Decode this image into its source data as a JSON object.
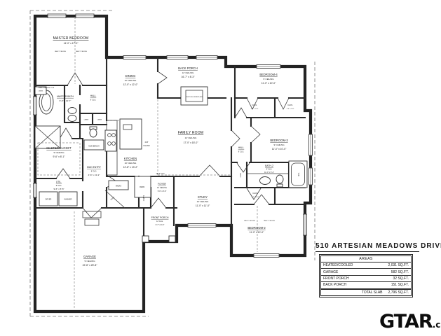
{
  "title": "510 ARTESIAN MEADOWS DRIVE",
  "logo": {
    "name": "GTAR",
    "tld": ".com"
  },
  "areas_table": {
    "header": "AREAS",
    "rows": [
      {
        "label": "HEATED/COOLED",
        "value": "2,031",
        "unit": "SQ.FT."
      },
      {
        "label": "GARAGE",
        "value": "582",
        "unit": "SQ.FT."
      },
      {
        "label": "FRONT PORCH",
        "value": "32",
        "unit": "SQ.FT."
      },
      {
        "label": "BACK PORCH",
        "value": "151",
        "unit": "SQ.FT."
      },
      {
        "label": "TOTAL SLAB",
        "value": "2,796",
        "unit": "SQ.FT."
      }
    ]
  },
  "rooms": {
    "master_bedroom": {
      "name": "MASTER BEDROOM",
      "dims": "14'-0\" x 17'-0\""
    },
    "master_bath": {
      "name": "MASTER BATH",
      "dims": "9'-6\" x 13'-7\""
    },
    "hall_master": {
      "name": "HALL",
      "ceiling": "9' CLG."
    },
    "master_closet": {
      "name": "MASTER CLOSET",
      "ceiling": "9' CEILING",
      "dims": "9'-6\" x 8'-1\""
    },
    "util": {
      "name": "UTIL.",
      "ceiling": "9' CLG.",
      "dims": "9'-6\" x 5'-5\""
    },
    "mud_entry": {
      "name": "MUD ENTRY",
      "ceiling": "9' CLG.",
      "dims": "4'-6\" x 13'-2\""
    },
    "dining": {
      "name": "DINING",
      "ceiling": "10' CEILING",
      "dims": "12'-0\" x 12'-0\""
    },
    "kitchen": {
      "name": "KITCHEN",
      "ceiling": "10' CEILING",
      "dims": "12'-8\" x 13'-2\""
    },
    "family_room": {
      "name": "FAMILY ROOM",
      "ceiling": "12' CEILING",
      "dims": "17'-0\" x 18'-0\""
    },
    "back_porch": {
      "name": "BACK PORCH",
      "ceiling": "12' CEILING",
      "dims": "16'-7\" x 8'-3\""
    },
    "bedroom4": {
      "name": "BEDROOM-4",
      "ceiling": "9' CEILING",
      "dims": "11'-0\" x 10'-0\""
    },
    "bedroom3": {
      "name": "BEDROOM-3",
      "ceiling": "9' CEILING",
      "dims": "11'-0\" x 10'-0\""
    },
    "bedroom2": {
      "name": "BEDROOM-2",
      "dims": "11'-0\" x 10'-0\""
    },
    "bath2": {
      "name": "BATH-2",
      "ceiling": "9' CLG.",
      "dims": "11'-0\" x 5'-4\""
    },
    "hall_right": {
      "name": "HALL",
      "ceiling": "9' CLG."
    },
    "study": {
      "name": "STUDY",
      "ceiling": "10' CEILING",
      "dims": "11'-0\" x 11'-0\""
    },
    "foyer": {
      "name": "FOYER",
      "ceiling": "10' CEILING",
      "dims": "5'-6\" x 8'-6\""
    },
    "front_porch": {
      "name": "FRONT PORCH",
      "ceiling": "12' CLG.",
      "dims": "6'-7\" x 6'-6\""
    },
    "garage": {
      "name": "GARAGE",
      "ceiling": "9' CEILING",
      "dims": "22'-8\" x 25'-8\""
    }
  },
  "closets": {
    "clos4a": {
      "name": "CLOS.",
      "dims": "7'-4\" x 2'-6\""
    },
    "clos4b": {
      "name": "CLOS.",
      "dims": "7'-4\" x 2'-6\""
    },
    "clos2": {
      "name": "CLOS.",
      "dims": "7'-4\" x 2'-6\""
    }
  },
  "fixtures": {
    "fireplace": "VENTLESS FIREPLACE",
    "island_size": "4'x8'",
    "island": "ISLAND",
    "micro": "MICRO",
    "refr": "REFR.",
    "dryer": "DRYER",
    "washer": "WASHER",
    "coats": "COATS",
    "pantry": "PANT.",
    "linen": "LINEN",
    "tub": "TUB",
    "mud_bench": "MUD BENCH",
    "free_tub": "FREE STANDING TUB",
    "vault": "VAULT CEILING",
    "clg_note": "15'-8\" CLG."
  }
}
